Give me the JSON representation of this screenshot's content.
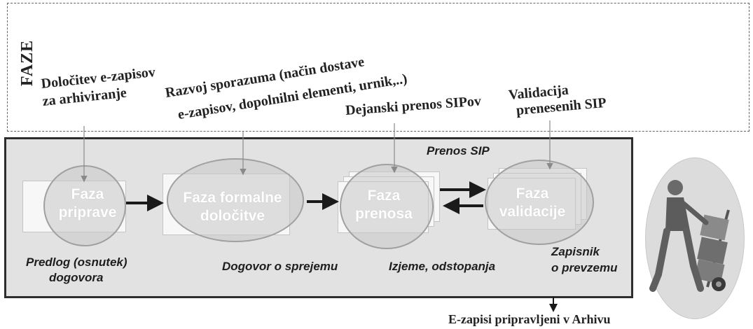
{
  "phases_title": "FAZE",
  "phase_labels": [
    {
      "line1": "Določitev e-zapisov",
      "line2": "za arhiviranje"
    },
    {
      "line1": "Razvoj sporazuma (način dostave",
      "line2": "e-zapisov,  dopolnilni elementi, urnik,..)"
    },
    {
      "line1": "Dejanski prenos SIPov",
      "line2": ""
    },
    {
      "line1": "Validacija",
      "line2": "prenesenih  SIP"
    }
  ],
  "process_title": "Prenos  SIP",
  "stages": [
    {
      "line1": "Faza",
      "line2": "priprave"
    },
    {
      "line1": "Faza formalne",
      "line2": "določitve"
    },
    {
      "line1": "Faza",
      "line2": "prenosa"
    },
    {
      "line1": "Faza",
      "line2": "validacije"
    }
  ],
  "outputs": [
    {
      "line1": "Predlog  (osnutek)",
      "line2": "dogovora"
    },
    {
      "line1": "Dogovor o sprejemu",
      "line2": ""
    },
    {
      "line1": "Izjeme, odstopanja",
      "line2": ""
    },
    {
      "line1": "Zapisnik",
      "line2": "o prevzemu"
    }
  ],
  "final_output": "E-zapisi pripravljeni v Arhivu",
  "illustration": "delivery-worker-with-hand-truck",
  "colors": {
    "box_fill": "#e2e2e2",
    "box_border": "#2e2e2e",
    "ellipse_fill": "#c8c8c8",
    "arrow": "#1a1a1a",
    "connector": "#8a8a8a"
  }
}
